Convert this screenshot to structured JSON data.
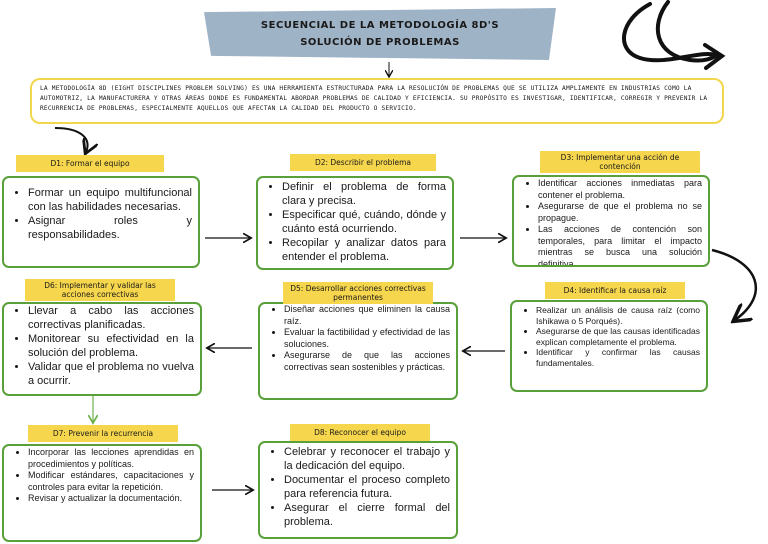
{
  "title": "SECUENCIAL DE LA METODOLOGÍA 8D'S SOLUCIÓN DE PROBLEMAS",
  "intro": "La metodología 8D (Eight Disciplines Problem Solving) es una herramienta estructurada para la resolución de problemas que se utiliza ampliamente en industrias como la automotriz, la manufacturera y otras áreas donde es fundamental abordar problemas de calidad y eficiencia. Su propósito es investigar, identificar, corregir y prevenir la recurrencia de problemas, especialmente aquellos que afectan la calidad del producto o servicio.",
  "steps": [
    {
      "label": "D1: Formar el equipo",
      "items": [
        "Formar un equipo multifuncional con las habilidades necesarias.",
        "Asignar roles y responsabilidades."
      ]
    },
    {
      "label": "D2: Describir el problema",
      "items": [
        "Definir el problema de forma clara y precisa.",
        "Especificar qué, cuándo, dónde y cuánto está ocurriendo.",
        "Recopilar y analizar datos para entender el problema."
      ]
    },
    {
      "label": "D3: Implementar una acción de contención",
      "items": [
        "Identificar acciones inmediatas para contener el problema.",
        "Asegurarse de que el problema no se propague.",
        "Las acciones de contención son temporales, para limitar el impacto mientras se busca una solución definitiva."
      ]
    },
    {
      "label": "D4: Identificar la causa raíz",
      "items": [
        "Realizar un análisis de causa raíz (como Ishikawa o 5 Porqués).",
        "Asegurarse de que las causas identificadas explican completamente el problema.",
        "Identificar y confirmar las causas fundamentales."
      ]
    },
    {
      "label": "D5: Desarrollar acciones correctivas permanentes",
      "items": [
        "Diseñar acciones que eliminen la causa raíz.",
        "Evaluar la factibilidad y efectividad de las soluciones.",
        "Asegurarse de que las acciones correctivas sean sostenibles y prácticas."
      ]
    },
    {
      "label": "D6: Implementar y validar las acciones correctivas",
      "items": [
        "Llevar a cabo las acciones correctivas planificadas.",
        "Monitorear su efectividad en la solución del problema.",
        "Validar que el problema no vuelva a ocurrir."
      ]
    },
    {
      "label": "D7: Prevenir la recurrencia",
      "items": [
        "Incorporar las lecciones aprendidas en procedimientos y políticas.",
        "Modificar estándares, capacitaciones y controles para evitar la repetición.",
        "Revisar y actualizar la documentación."
      ]
    },
    {
      "label": "D8: Reconocer el equipo",
      "items": [
        "Celebrar y reconocer el trabajo y la dedicación del equipo.",
        "Documentar el proceso completo para referencia futura.",
        "Asegurar el cierre formal del problema."
      ]
    }
  ]
}
